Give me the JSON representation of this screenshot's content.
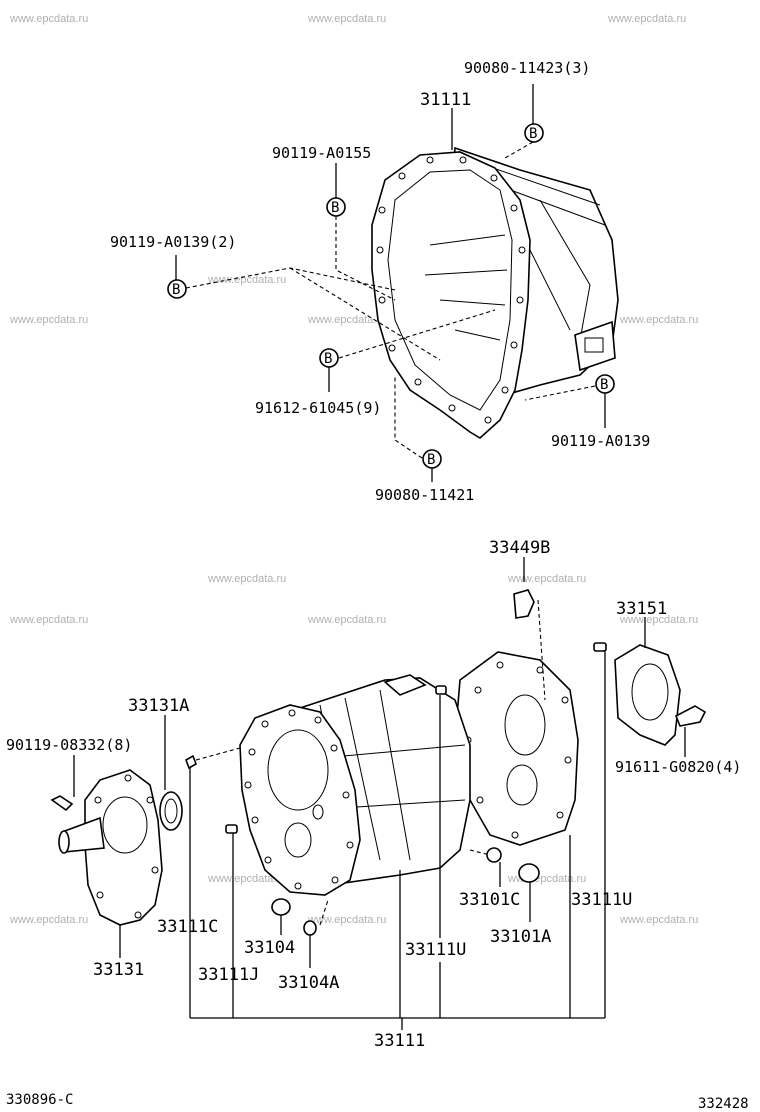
{
  "watermark": "www.epcdata.ru",
  "callout_letter": "B",
  "labels": {
    "p1": "90080-11423(3)",
    "p2": "31111",
    "p3": "90119-A0155",
    "p4": "90119-A0139(2)",
    "p5": "91612-61045(9)",
    "p6": "90119-A0139",
    "p7": "90080-11421",
    "p8": "33449B",
    "p9": "33151",
    "p10": "33131A",
    "p11": "90119-08332(8)",
    "p12": "91611-G0820(4)",
    "p13": "33101C",
    "p14": "33111U",
    "p15": "33111C",
    "p16": "33104",
    "p17": "33101A",
    "p18": "33131",
    "p19": "33111J",
    "p20": "33104A",
    "p21": "33111U",
    "p22": "33111"
  },
  "footer": {
    "left_code": "330896-C",
    "right_code": "332428"
  }
}
